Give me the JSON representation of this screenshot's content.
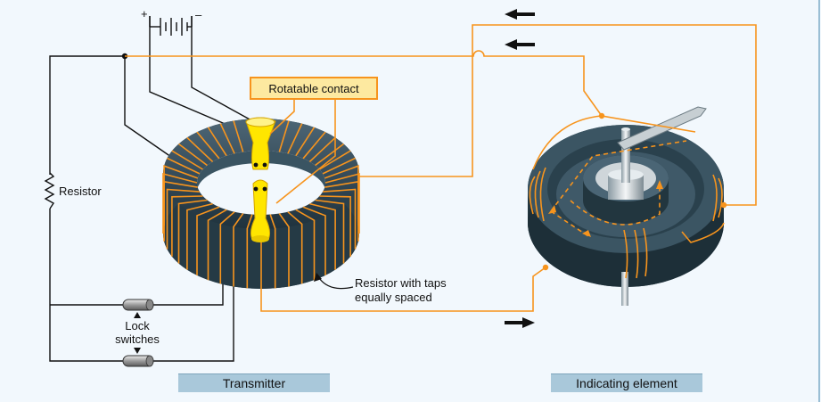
{
  "labels": {
    "rotatable_contact": "Rotatable contact",
    "resistor": "Resistor",
    "resistor_taps_line1": "Resistor with taps",
    "resistor_taps_line2": "equally spaced",
    "lock_line1": "Lock",
    "lock_line2": "switches",
    "battery_plus": "+",
    "battery_minus": "–"
  },
  "captions": {
    "transmitter": "Transmitter",
    "indicating_element": "Indicating element"
  },
  "colors": {
    "background": "#f2f8fd",
    "wire_orange": "#f7941d",
    "wire_black": "#111111",
    "core_dark": "#2f4653",
    "caption_fill": "#a9c8da",
    "contact_yellow": "#ffe600"
  }
}
